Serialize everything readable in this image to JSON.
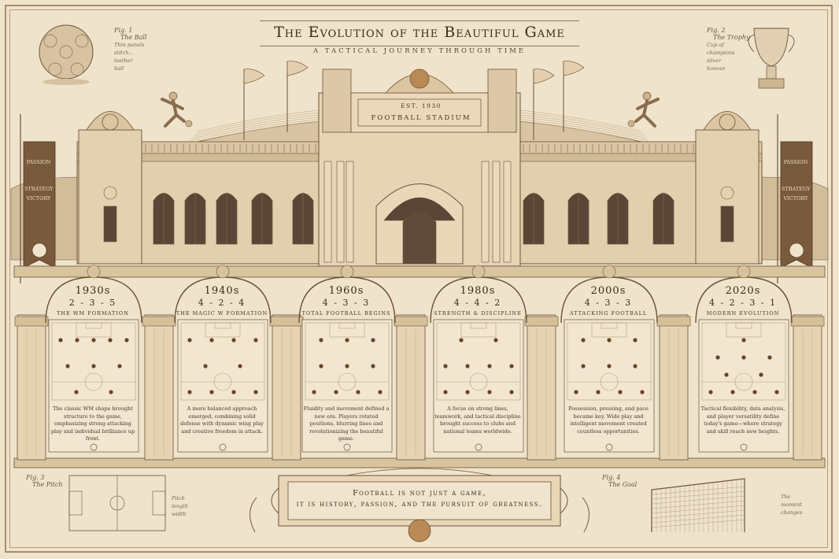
{
  "header": {
    "title": "The Evolution of the Beautiful Game",
    "subtitle": "A TACTICAL JOURNEY THROUGH TIME"
  },
  "stadium": {
    "est": "EST. 1930",
    "name": "FOOTBALL STADIUM",
    "banner_left": [
      "PASSION",
      "STRATEGY",
      "VICTORY"
    ],
    "banner_right": [
      "PASSION",
      "STRATEGY",
      "VICTORY"
    ]
  },
  "sketches": {
    "fig1": {
      "label": "Fig. 1",
      "name": "The Ball",
      "note": "Thin panels\nstitch...\nleather\nball"
    },
    "fig2": {
      "label": "Fig. 2",
      "name": "The Trophy",
      "note": "Cup of\nchampions\nsilver\nhonour"
    },
    "fig3": {
      "label": "Fig. 3",
      "name": "The Pitch",
      "note": "Pitch\nlength\nwidth"
    },
    "fig4": {
      "label": "Fig. 4",
      "name": "The Goal",
      "note": "The\nmoment\nchanges"
    }
  },
  "eras": [
    {
      "decade": "1930s",
      "formation": "2 - 3 - 5",
      "caption": "THE WM FORMATION",
      "desc": "The classic WM shape brought structure to the game, emphasizing strong attacking play and individual brilliance up front.",
      "lines": [
        2,
        3,
        5
      ]
    },
    {
      "decade": "1940s",
      "formation": "4 - 2 - 4",
      "caption": "THE MAGIC W FORMATION",
      "desc": "A more balanced approach emerged, combining solid defense with dynamic wing play and creative freedom in attack.",
      "lines": [
        4,
        2,
        4
      ]
    },
    {
      "decade": "1960s",
      "formation": "4 - 3 - 3",
      "caption": "TOTAL FOOTBALL BEGINS",
      "desc": "Fluidity and movement defined a new era. Players rotated positions, blurring lines and revolutionizing the beautiful game.",
      "lines": [
        4,
        3,
        3
      ]
    },
    {
      "decade": "1980s",
      "formation": "4 - 4 - 2",
      "caption": "STRENGTH & DISCIPLINE",
      "desc": "A focus on strong lines, teamwork, and tactical discipline brought success to clubs and national teams worldwide.",
      "lines": [
        4,
        4,
        2
      ]
    },
    {
      "decade": "2000s",
      "formation": "4 - 3 - 3",
      "caption": "ATTACKING FOOTBALL",
      "desc": "Possession, pressing, and pace became key. Wide play and intelligent movement created countless opportunities.",
      "lines": [
        4,
        3,
        3
      ]
    },
    {
      "decade": "2020s",
      "formation": "4 - 2 - 3 - 1",
      "caption": "MODERN EVOLUTION",
      "desc": "Tactical flexibility, data analysis, and player versatility define today's game—where strategy and skill reach new heights.",
      "lines": [
        4,
        2,
        3,
        1
      ]
    }
  ],
  "quote": {
    "line1": "Football is not just a game,",
    "line2": "it is history, passion, and the pursuit of greatness."
  },
  "colors": {
    "paper": "#efe3cc",
    "ink": "#4a3522",
    "stone": "#e2cfae",
    "stone_dark": "#b89b74",
    "window": "#5a4636",
    "banner": "#7a5a3c",
    "dot": "#6b4424"
  }
}
